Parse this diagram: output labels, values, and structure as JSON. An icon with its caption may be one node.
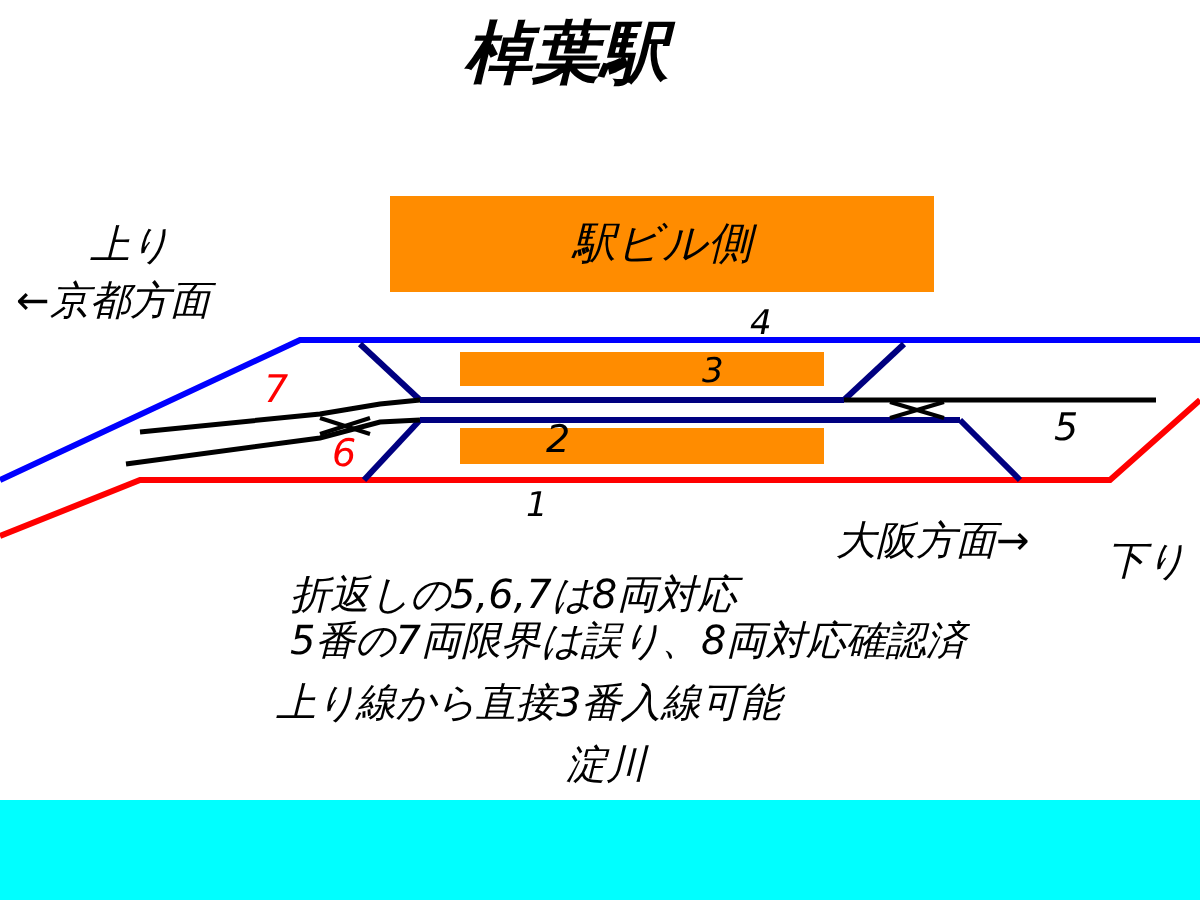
{
  "diagram": {
    "title": "棹葉駅",
    "nodes": [
      {
        "text": [
          "駅ビル側"
        ]
      },
      {
        "text": [],
        "shape": "bar"
      },
      {
        "text": [],
        "shape": "bar"
      },
      {
        "text": [],
        "shape": "band",
        "beside": [
          "淀川"
        ]
      }
    ],
    "labels": [
      "上り",
      "←京都方面",
      "4",
      "3",
      "7",
      "6",
      "2",
      "5",
      "1",
      "大阪方面→",
      "下り",
      "折返しの5,6,7は8両対応",
      "5番の7両限界は誤り、8両対応確認済",
      "上り線から直接3番入線可能"
    ]
  }
}
